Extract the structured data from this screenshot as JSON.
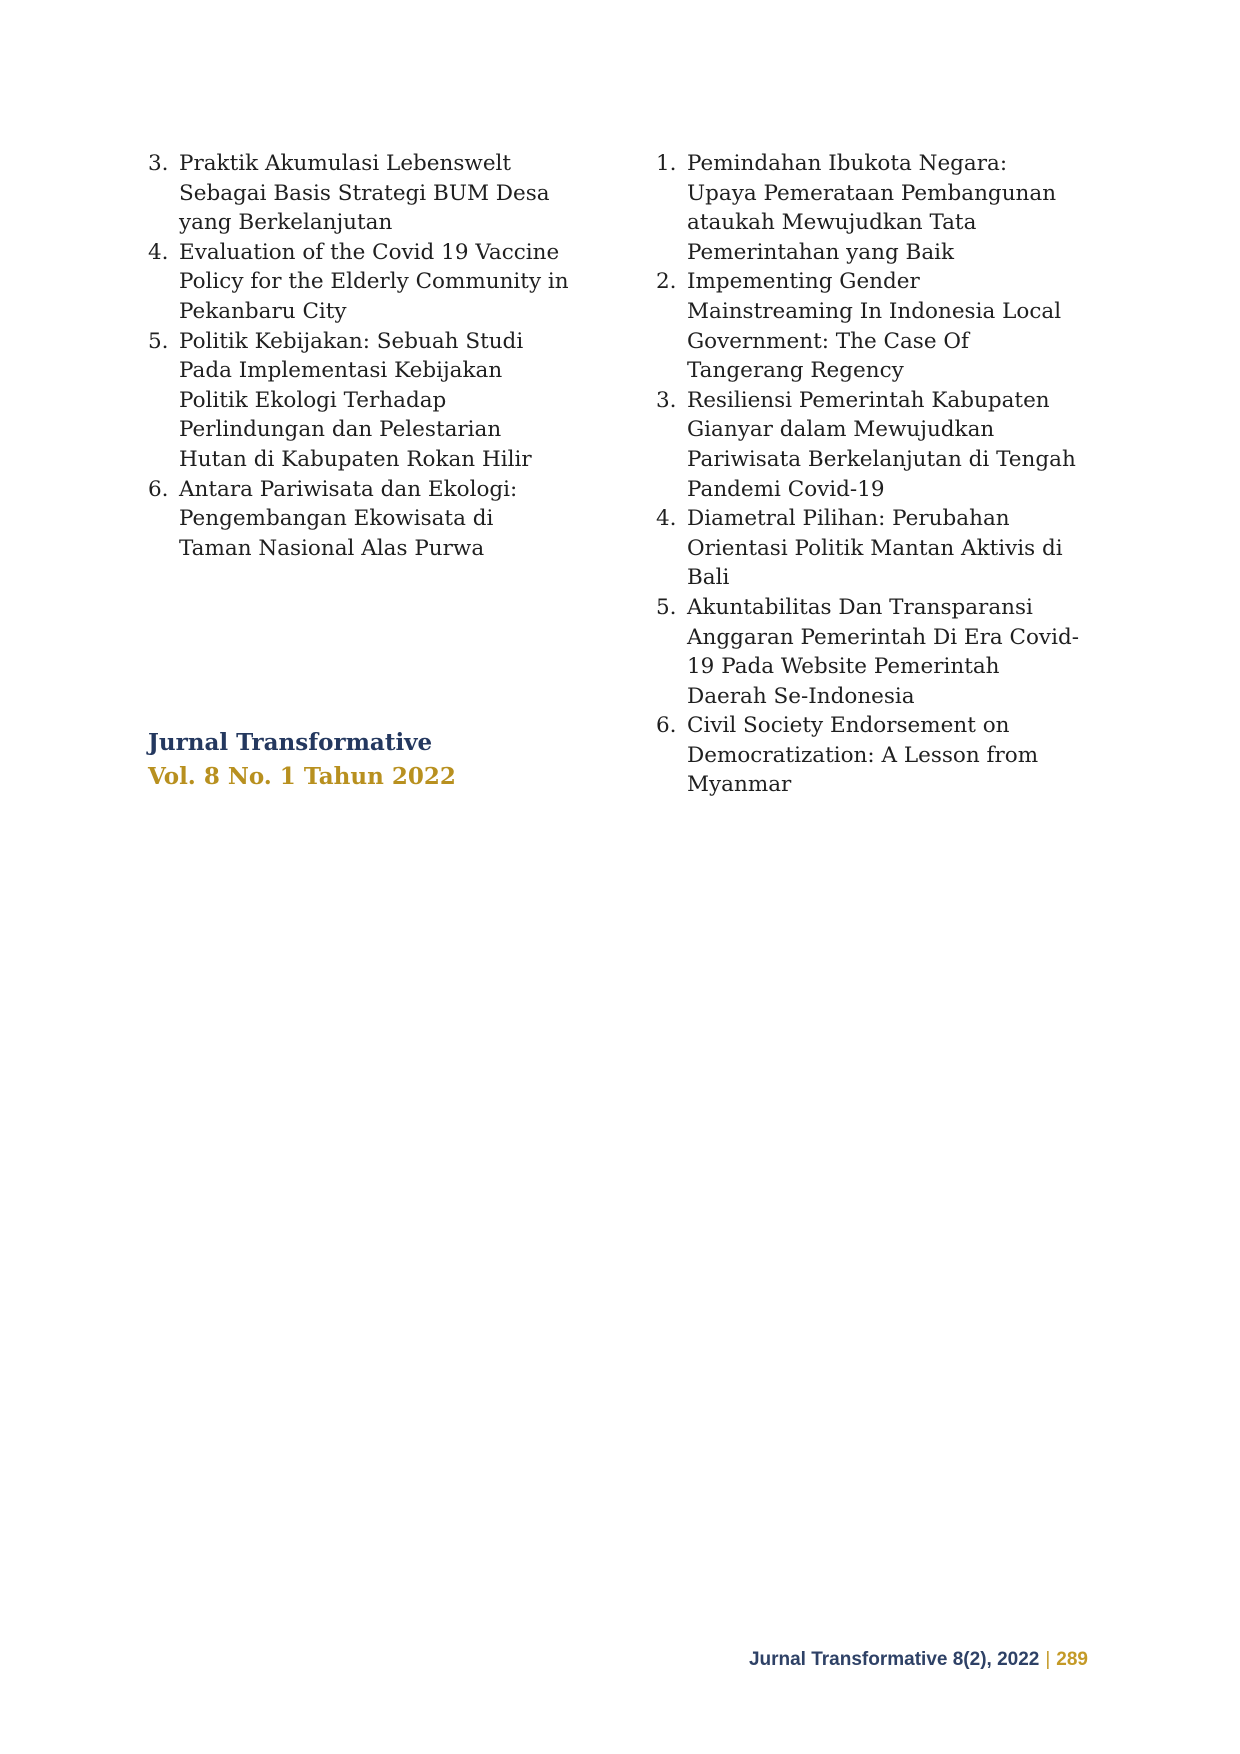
{
  "left_column": {
    "items": [
      {
        "number": "3.",
        "lines": [
          "Praktik Akumulasi Lebenswelt",
          "Sebagai Basis Strategi BUM Desa",
          "yang Berkelanjutan"
        ]
      },
      {
        "number": "4.",
        "lines": [
          "Evaluation of the Covid 19 Vaccine",
          "Policy for the Elderly Community in",
          "Pekanbaru City"
        ]
      },
      {
        "number": "5.",
        "lines": [
          "Politik Kebijakan: Sebuah Studi",
          "Pada Implementasi Kebijakan",
          "Politik Ekologi Terhadap",
          "Perlindungan dan Pelestarian",
          "Hutan di Kabupaten Rokan Hilir"
        ]
      },
      {
        "number": "6.",
        "lines": [
          "Antara Pariwisata dan Ekologi:",
          "Pengembangan Ekowisata di",
          "Taman Nasional Alas Purwa"
        ]
      }
    ]
  },
  "volume_block": {
    "journal_name": "Jurnal Transformative",
    "volume_label": "Vol. 8 No. 1 Tahun 2022"
  },
  "right_column": {
    "items": [
      {
        "number": "1.",
        "lines": [
          "Pemindahan Ibukota Negara:",
          "Upaya Pemerataan Pembangunan",
          "ataukah Mewujudkan Tata",
          "Pemerintahan yang Baik"
        ]
      },
      {
        "number": "2.",
        "lines": [
          "Impementing Gender",
          "Mainstreaming In Indonesia Local",
          "Government:  The Case Of",
          "Tangerang Regency"
        ]
      },
      {
        "number": "3.",
        "lines": [
          "Resiliensi Pemerintah Kabupaten",
          "Gianyar dalam Mewujudkan",
          "Pariwisata Berkelanjutan di Tengah",
          "Pandemi Covid-19"
        ]
      },
      {
        "number": "4.",
        "lines": [
          "Diametral Pilihan: Perubahan",
          "Orientasi Politik Mantan Aktivis di",
          "Bali"
        ]
      },
      {
        "number": "5.",
        "lines": [
          "Akuntabilitas Dan Transparansi",
          "Anggaran Pemerintah Di Era Covid-",
          "19 Pada Website Pemerintah",
          "Daerah Se-Indonesia"
        ]
      },
      {
        "number": "6.",
        "lines": [
          "Civil Society Endorsement on",
          "Democratization: A Lesson from",
          "Myanmar"
        ]
      }
    ]
  },
  "footer": {
    "journal": "Jurnal Transformative 8(2), 2022",
    "separator": "|",
    "page_number": "289"
  },
  "colors": {
    "text": "#1f1f1f",
    "navy": "#24385f",
    "gold": "#b8901f",
    "footer_navy": "#2e4166",
    "footer_gold": "#c49a27"
  }
}
